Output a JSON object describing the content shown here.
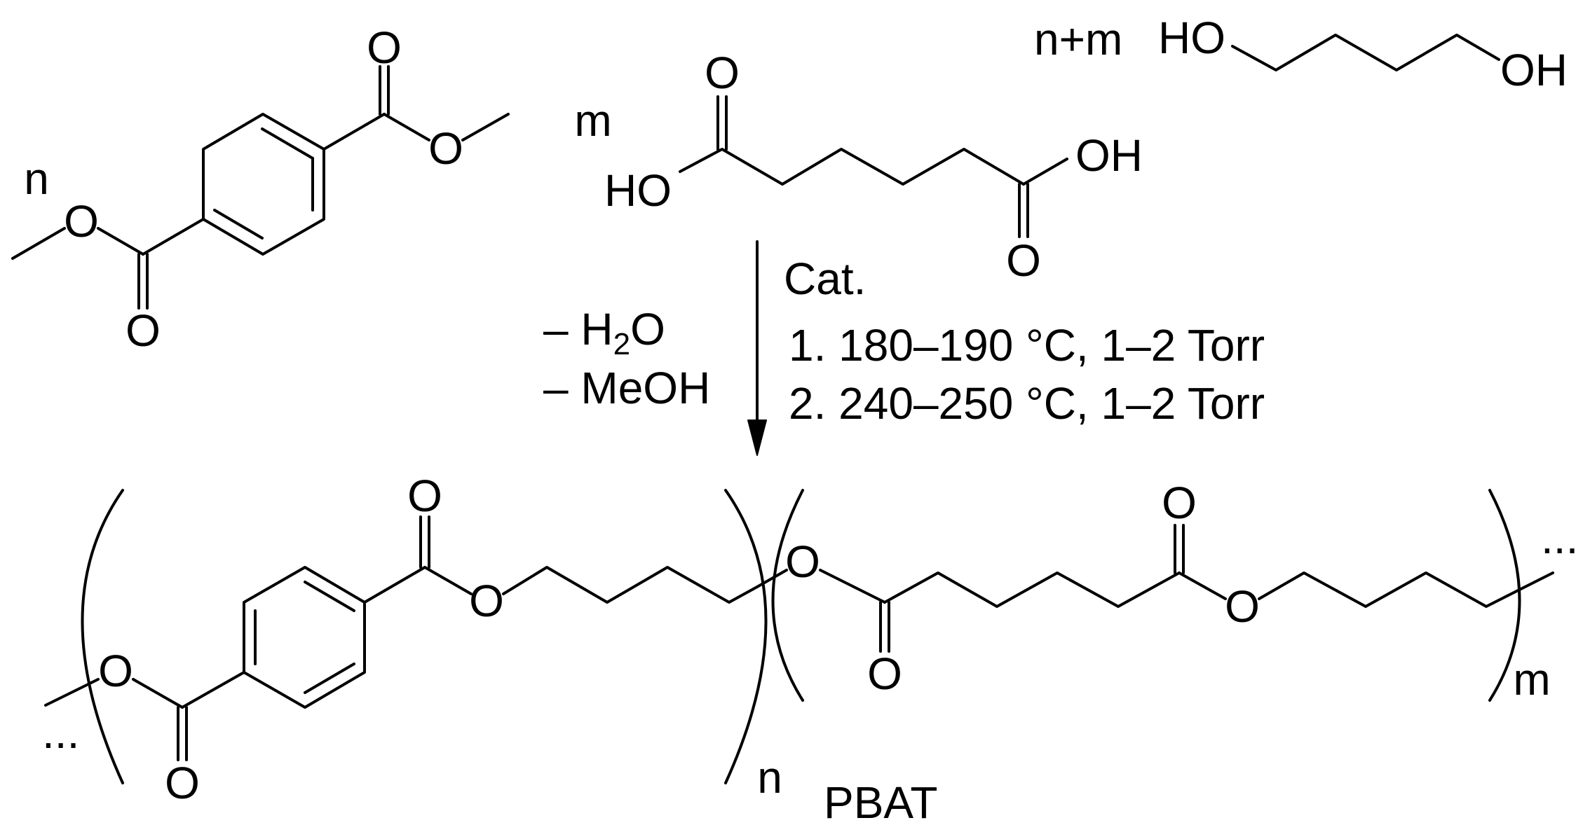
{
  "reactants": {
    "dmt_coef": "n",
    "aa_coef": "m",
    "bdo_coef": "n+m",
    "atom_O": "O",
    "atom_HO": "HO",
    "atom_OH": "OH"
  },
  "conditions": {
    "catalyst": "Cat.",
    "step1": "1. 180–190 °C, 1–2 Torr",
    "step2": "2. 240–250 °C, 1–2 Torr",
    "byproduct1_prefix": "– H",
    "byproduct1_sub": "2",
    "byproduct1_suffix": "O",
    "byproduct2": "– MeOH"
  },
  "product": {
    "name": "PBAT",
    "subscript_n": "n",
    "subscript_m": "m",
    "ellipsis": "..."
  }
}
